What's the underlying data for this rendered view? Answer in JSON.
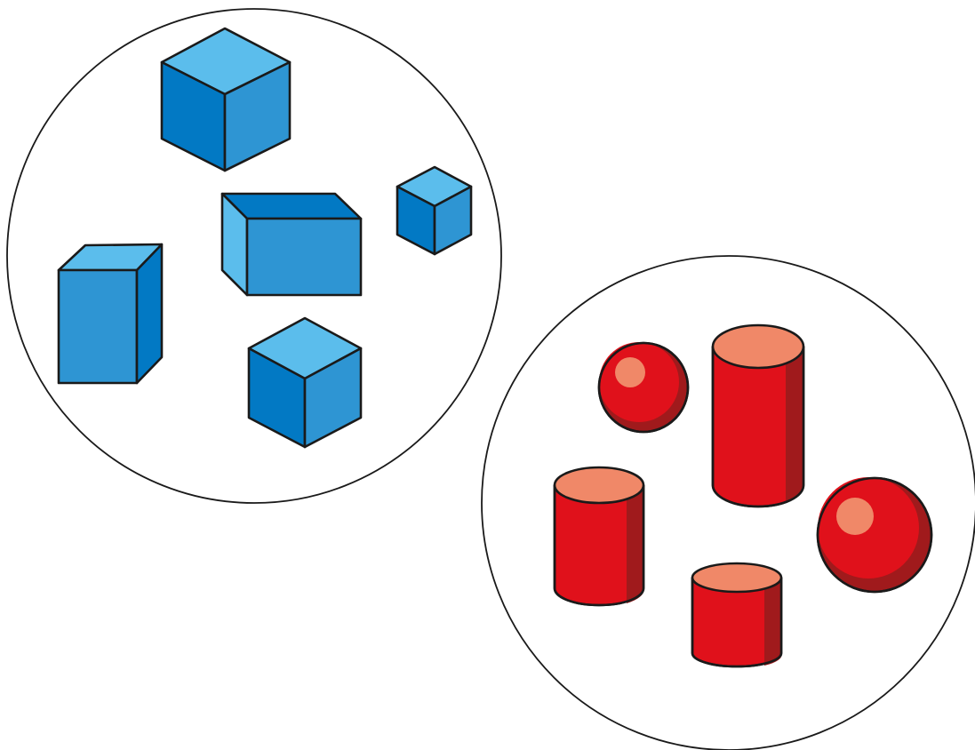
{
  "colors": {
    "background": "#ffffff",
    "outline": "#1a1a1a",
    "blue_top": "#5bbdec",
    "blue_mid": "#2e95d3",
    "blue_dark": "#0279c4",
    "red_body": "#e0111b",
    "red_shade": "#a01a1c",
    "red_top": "#f08868",
    "red_highlight": "#f08868"
  },
  "groups": [
    {
      "name": "box-shapes",
      "shape_kind": "cuboid",
      "color": "blue",
      "items": [
        {
          "kind": "cube",
          "icon": "cube-icon"
        },
        {
          "kind": "cube",
          "icon": "cube-icon"
        },
        {
          "kind": "cuboid",
          "icon": "cuboid-icon"
        },
        {
          "kind": "cuboid",
          "icon": "cuboid-icon"
        },
        {
          "kind": "cube",
          "icon": "cube-icon"
        }
      ]
    },
    {
      "name": "round-shapes",
      "shape_kind": "curved",
      "color": "red",
      "items": [
        {
          "kind": "sphere",
          "icon": "sphere-icon"
        },
        {
          "kind": "cylinder",
          "icon": "cylinder-icon"
        },
        {
          "kind": "cylinder",
          "icon": "cylinder-icon"
        },
        {
          "kind": "sphere",
          "icon": "sphere-icon"
        },
        {
          "kind": "cylinder",
          "icon": "cylinder-icon"
        }
      ]
    }
  ]
}
